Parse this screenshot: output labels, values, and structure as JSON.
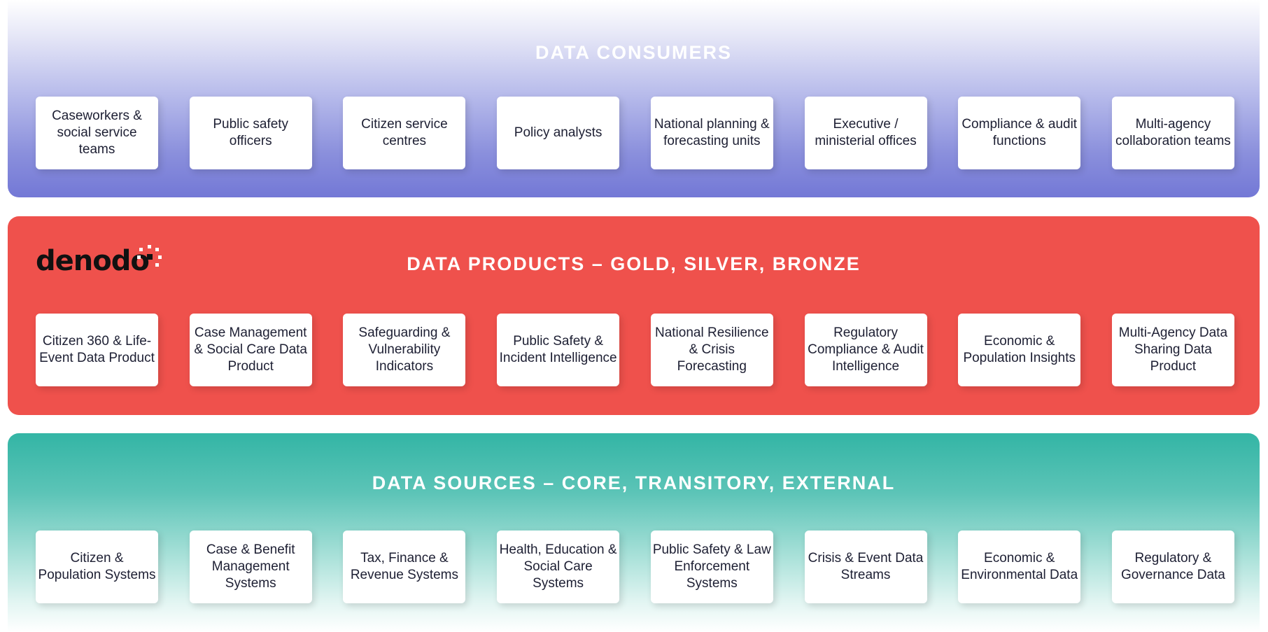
{
  "consumers": {
    "title": "DATA CONSUMERS",
    "items": [
      "Caseworkers & social service teams",
      "Public safety officers",
      "Citizen service centres",
      "Policy analysts",
      "National planning & forecasting units",
      "Executive / ministerial offices",
      "Compliance & audit functions",
      "Multi-agency collaboration teams"
    ]
  },
  "products": {
    "logo_text": "denodo",
    "title": "DATA PRODUCTS – GOLD, SILVER, BRONZE",
    "items": [
      "Citizen 360 & Life-Event Data Product",
      "Case Management & Social Care Data Product",
      "Safeguarding & Vulnerability Indicators",
      "Public Safety & Incident Intelligence",
      "National Resilience & Crisis Forecasting",
      "Regulatory Compliance & Audit Intelligence",
      "Economic & Population Insights",
      "Multi-Agency Data Sharing Data Product"
    ]
  },
  "sources": {
    "title": "DATA SOURCES – CORE, TRANSITORY, EXTERNAL",
    "items": [
      "Citizen & Population Systems",
      "Case & Benefit Management Systems",
      "Tax, Finance & Revenue Systems",
      "Health, Education & Social Care Systems",
      "Public Safety & Law Enforcement Systems",
      "Crisis & Event Data Streams",
      "Economic & Environmental Data",
      "Regulatory & Governance Data"
    ]
  },
  "colors": {
    "consumers_band": "#7378d6",
    "products_band": "#ef514c",
    "sources_band": "#33b5a5",
    "card": "#ffffff",
    "card_text": "#1d1f33",
    "title_text": "#ffffff"
  },
  "icons": [
    "denodo-logo-mark"
  ]
}
